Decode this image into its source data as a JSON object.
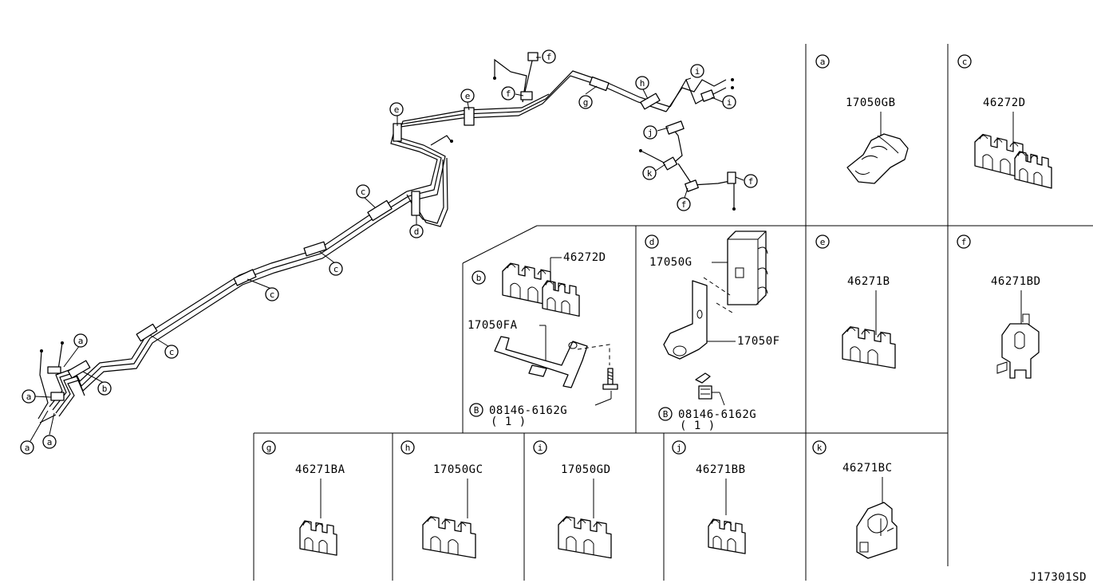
{
  "diagram_code": "J17301SD",
  "fastener_symbol": "B",
  "callout_letters": {
    "a": "a",
    "b": "b",
    "c": "c",
    "d": "d",
    "e": "e",
    "f": "f",
    "g": "g",
    "h": "h",
    "i": "i",
    "j": "j",
    "k": "k"
  },
  "panels": {
    "a": {
      "label": "a",
      "parts": [
        {
          "number": "17050GB"
        }
      ]
    },
    "c": {
      "label": "c",
      "parts": [
        {
          "number": "46272D"
        }
      ]
    },
    "b": {
      "label": "b",
      "parts": [
        {
          "number": "46272D"
        },
        {
          "number": "17050FA"
        },
        {
          "number": "08146-6162G",
          "qty": "( 1 )"
        }
      ]
    },
    "d": {
      "label": "d",
      "parts": [
        {
          "number": "17050G"
        },
        {
          "number": "17050F"
        },
        {
          "number": "08146-6162G",
          "qty": "( 1 )"
        }
      ]
    },
    "e": {
      "label": "e",
      "parts": [
        {
          "number": "46271B"
        }
      ]
    },
    "f": {
      "label": "f",
      "parts": [
        {
          "number": "46271BD"
        }
      ]
    },
    "g": {
      "label": "g",
      "parts": [
        {
          "number": "46271BA"
        }
      ]
    },
    "h": {
      "label": "h",
      "parts": [
        {
          "number": "17050GC"
        }
      ]
    },
    "i": {
      "label": "i",
      "parts": [
        {
          "number": "17050GD"
        }
      ]
    },
    "j": {
      "label": "j",
      "parts": [
        {
          "number": "46271BB"
        }
      ]
    },
    "k": {
      "label": "k",
      "parts": [
        {
          "number": "46271BC"
        }
      ]
    }
  }
}
